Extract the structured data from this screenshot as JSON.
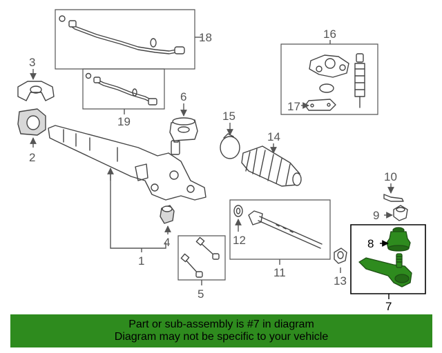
{
  "callouts": {
    "c1": "1",
    "c2": "2",
    "c3": "3",
    "c4": "4",
    "c5": "5",
    "c6": "6",
    "c7": "7",
    "c8": "8",
    "c9": "9",
    "c10": "10",
    "c11": "11",
    "c12": "12",
    "c13": "13",
    "c14": "14",
    "c15": "15",
    "c16": "16",
    "c17": "17",
    "c18": "18",
    "c19": "19"
  },
  "highlight": {
    "part_number": "7",
    "color": "#2e8b1e"
  },
  "banner": {
    "line1": "Part or sub-assembly is #7 in diagram",
    "line2": "Diagram may not be specific to your vehicle"
  }
}
